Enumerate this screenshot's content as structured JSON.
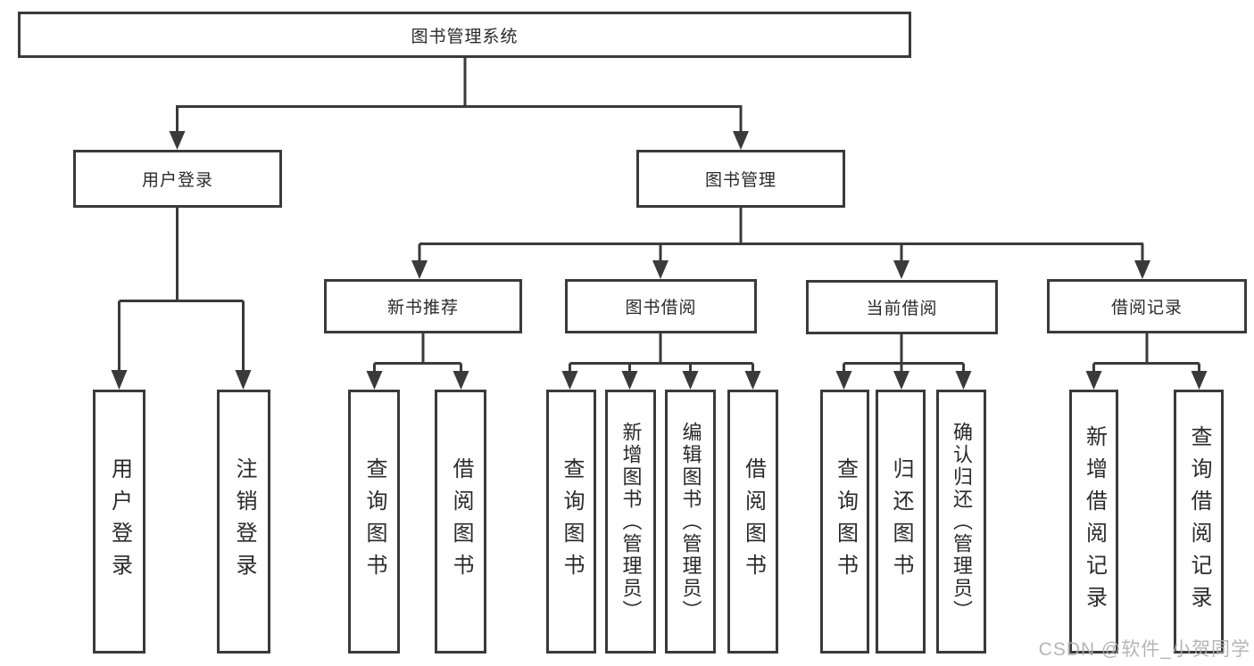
{
  "diagram": {
    "root": "图书管理系统",
    "level1": [
      {
        "label": "用户登录",
        "leaves": [
          "用户登录",
          "注销登录"
        ]
      },
      {
        "label": "图书管理",
        "children": [
          {
            "label": "新书推荐",
            "leaves": [
              "查询图书",
              "借阅图书"
            ]
          },
          {
            "label": "图书借阅",
            "leaves": [
              "查询图书",
              "新增图书（管理员）",
              "编辑图书（管理员）",
              "借阅图书"
            ]
          },
          {
            "label": "当前借阅",
            "leaves": [
              "查询图书",
              "归还图书",
              "确认归还（管理员）"
            ]
          },
          {
            "label": "借阅记录",
            "leaves": [
              "新增借阅记录",
              "查询借阅记录"
            ]
          }
        ]
      }
    ],
    "colors": {
      "line": "#3a3a3a",
      "box_border": "#3a3a3a",
      "box_fill": "#ffffff",
      "text": "#2a2a2a",
      "background": "#ffffff",
      "watermark": "#aeaeae"
    }
  },
  "watermark": {
    "text": "CSDN @软件_小贺同学"
  }
}
